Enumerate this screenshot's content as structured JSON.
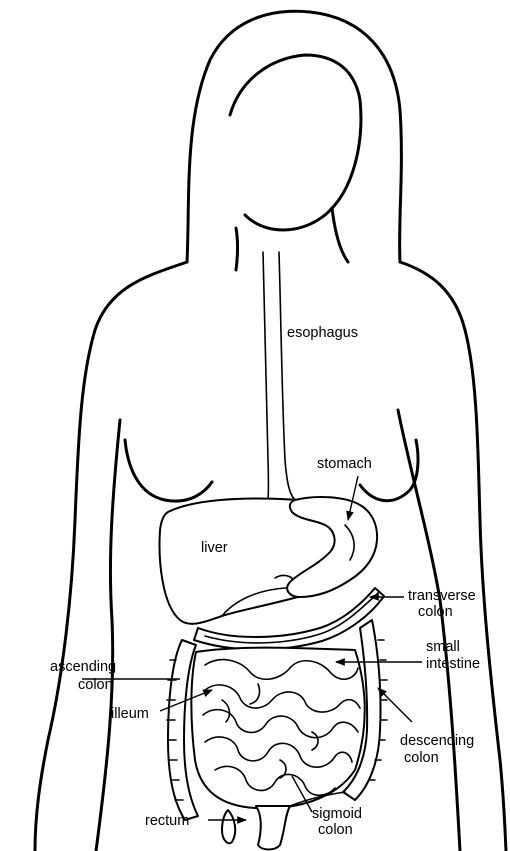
{
  "diagram": {
    "labels": {
      "esophagus": "esophagus",
      "stomach": "stomach",
      "liver": "liver",
      "transverse_colon": [
        "transverse",
        "colon"
      ],
      "small_intestine": [
        "small",
        "intestine"
      ],
      "ascending_colon": [
        "ascending",
        "colon"
      ],
      "descending_colon": [
        "descending",
        "colon"
      ],
      "illeum": "illeum",
      "rectum": "rectum",
      "sigmoid_colon": [
        "sigmoid",
        "colon"
      ]
    }
  }
}
